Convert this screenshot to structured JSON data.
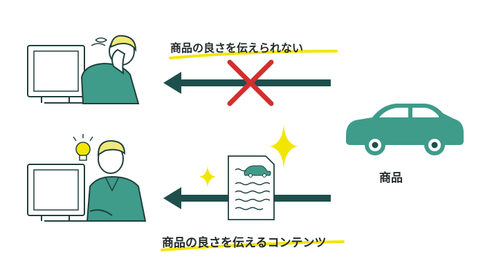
{
  "top_caption": "商品の良さを伝えられない",
  "bottom_caption": "商品の良さを伝えるコンテンツ",
  "product_label": "商品",
  "colors": {
    "teal": "#3f9b8a",
    "dark_teal": "#1f4f4c",
    "yellow": "#f2e600",
    "red": "#d32f2f",
    "skin": "#ffffff",
    "hair": "#f0e87a",
    "outline": "#1f3f3c"
  },
  "icons": [
    "worried-person-at-computer-icon",
    "happy-person-at-computer-icon",
    "car-icon",
    "document-icon",
    "lightbulb-icon",
    "sparkle-icon",
    "cross-mark-icon"
  ]
}
